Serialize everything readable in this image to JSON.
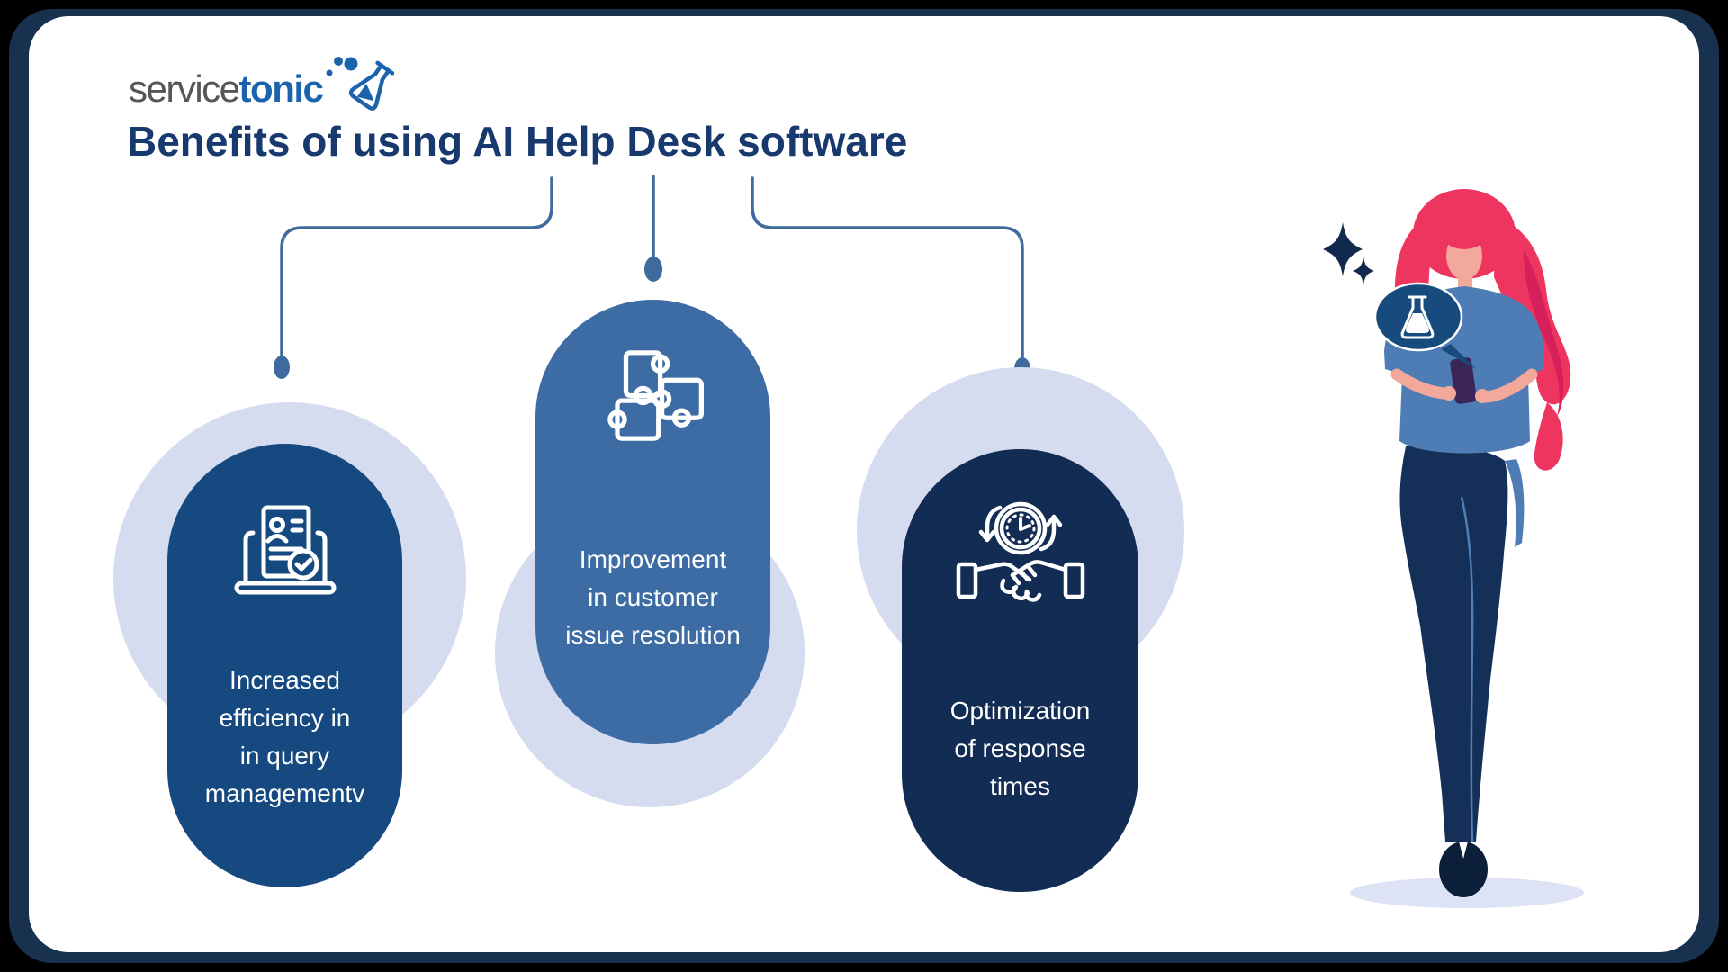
{
  "brand": {
    "service": "service",
    "tonic": "tonic"
  },
  "title": "Benefits of using AI Help Desk software",
  "benefits": [
    {
      "id": "query-management",
      "icon": "document-profile-laptop-icon",
      "text": "Increased\nefficiency in\nin query\nmanagementv",
      "bg_color": "#15497f"
    },
    {
      "id": "issue-resolution",
      "icon": "puzzle-pieces-icon",
      "text": "Improvement\nin customer\nissue resolution",
      "bg_color": "#3d6ca4"
    },
    {
      "id": "response-times",
      "icon": "handshake-clock-icon",
      "text": "Optimization\nof response\ntimes",
      "bg_color": "#132c54"
    }
  ],
  "illustration": {
    "alt": "woman with red hair using smartphone with flask speech bubble"
  },
  "colors": {
    "frame": "#18314f",
    "card": "#ffffff",
    "title": "#18396e",
    "brand_gray": "#55565a",
    "brand_blue": "#1c63ad",
    "connector": "#3e6a9e",
    "backdrop_circle": "#d5dcf0",
    "pill_dark_blue": "#15497f",
    "pill_medium_blue": "#3d6ca4",
    "pill_navy": "#132c54",
    "hair": "#ee3560",
    "skin": "#f3a89c",
    "shirt": "#4d7db4",
    "speech_bubble": "#174b7e"
  }
}
